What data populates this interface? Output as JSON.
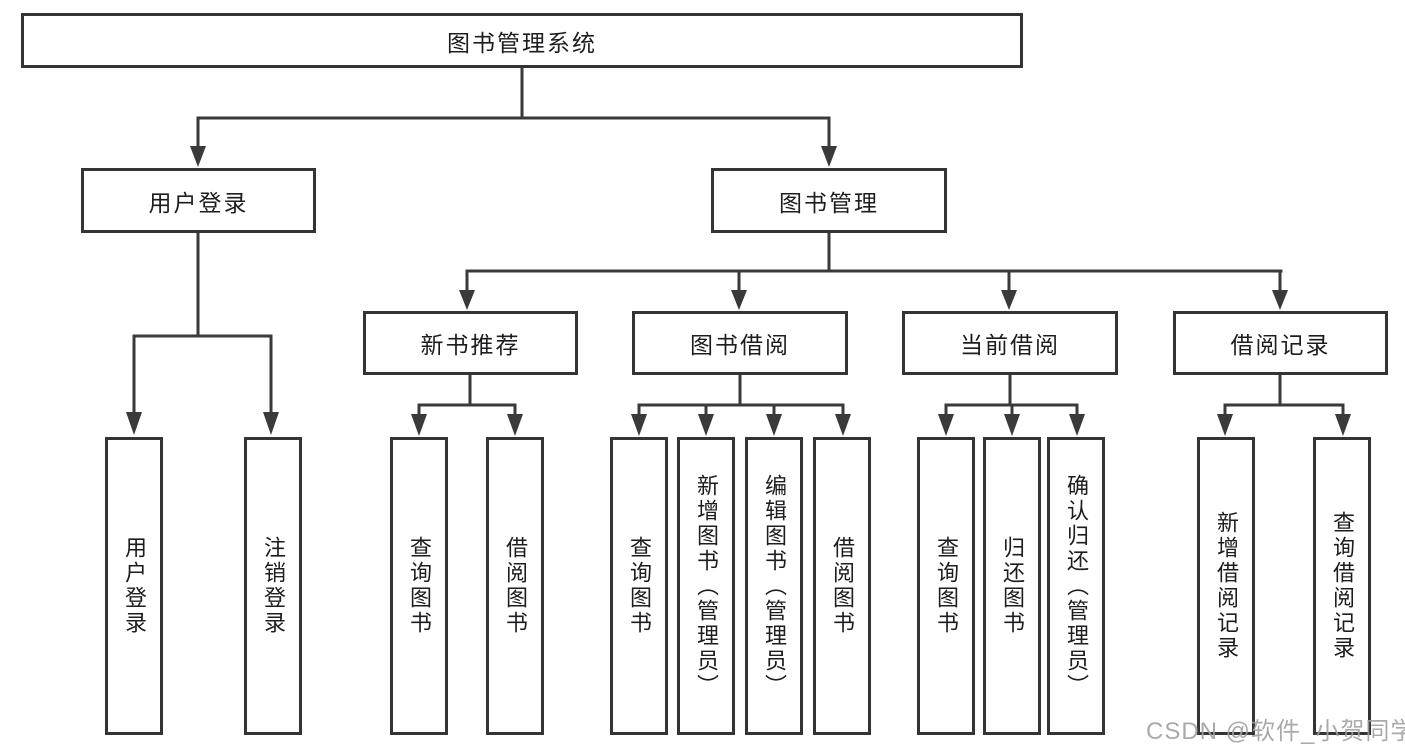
{
  "diagram": {
    "nodes": {
      "root": {
        "label": "图书管理系统"
      },
      "user_login": {
        "label": "用户登录"
      },
      "book_management": {
        "label": "图书管理"
      },
      "new_book_recommend": {
        "label": "新书推荐"
      },
      "book_borrowing": {
        "label": "图书借阅"
      },
      "current_borrowing": {
        "label": "当前借阅"
      },
      "borrowing_records": {
        "label": "借阅记录"
      }
    },
    "leaves": [
      {
        "label": "用户登录"
      },
      {
        "label": "注销登录"
      },
      {
        "label": "查询图书"
      },
      {
        "label": "借阅图书"
      },
      {
        "label": "查询图书"
      },
      {
        "label": "新增图书（管理员）"
      },
      {
        "label": "编辑图书（管理员）"
      },
      {
        "label": "借阅图书"
      },
      {
        "label": "查询图书"
      },
      {
        "label": "归还图书"
      },
      {
        "label": "确认归还（管理员）"
      },
      {
        "label": "新增借阅记录"
      },
      {
        "label": "查询借阅记录"
      }
    ]
  },
  "colors": {
    "line": "#3a3a3a",
    "box_border": "#343434",
    "text": "#1d1d1f",
    "watermark": "#9e9e9e",
    "background": "#ffffff"
  },
  "watermark": {
    "text": "CSDN @软件_小贺同学"
  }
}
